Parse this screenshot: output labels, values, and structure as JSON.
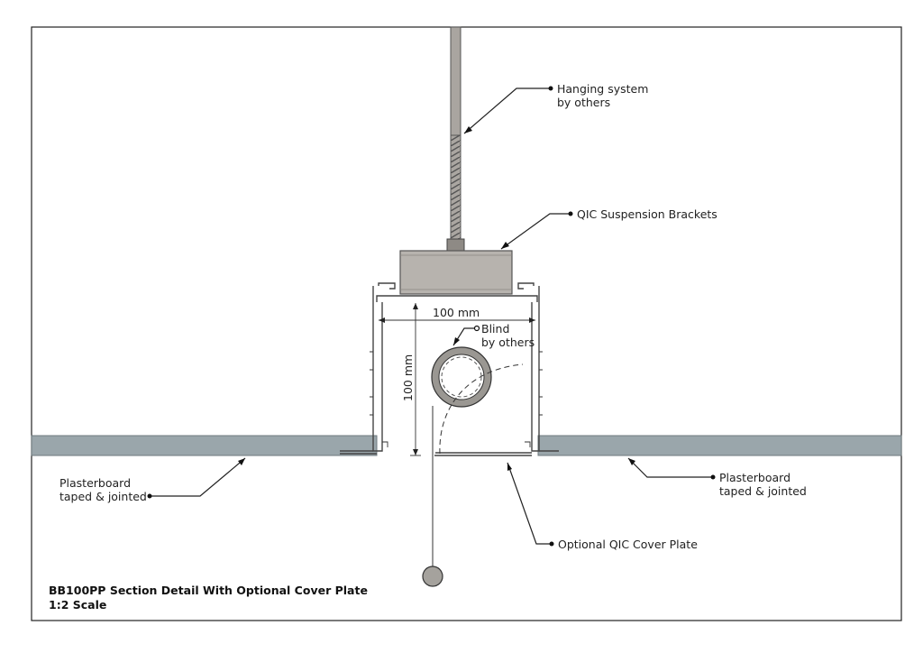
{
  "labels": {
    "hanging_line1": "Hanging system",
    "hanging_line2": "by others",
    "brackets": "QIC Suspension Brackets",
    "width_dim": "100 mm",
    "height_dim": "100 mm",
    "blind_line1": "Blind",
    "blind_line2": "by others",
    "plaster_left_line1": "Plasterboard",
    "plaster_left_line2": "taped & jointed",
    "plaster_right_line1": "Plasterboard",
    "plaster_right_line2": "taped & jointed",
    "cover_plate": "Optional QIC Cover Plate"
  },
  "title": {
    "line1": "BB100PP Section Detail With Optional Cover Plate",
    "line2": "1:2 Scale"
  },
  "colors": {
    "plasterboard": "#9aa6ab",
    "bracket": "#b7b3ae",
    "rod": "#a9a5a0",
    "blind_tube": "#9a9792",
    "weight": "#a5a29d",
    "line": "#222222"
  }
}
